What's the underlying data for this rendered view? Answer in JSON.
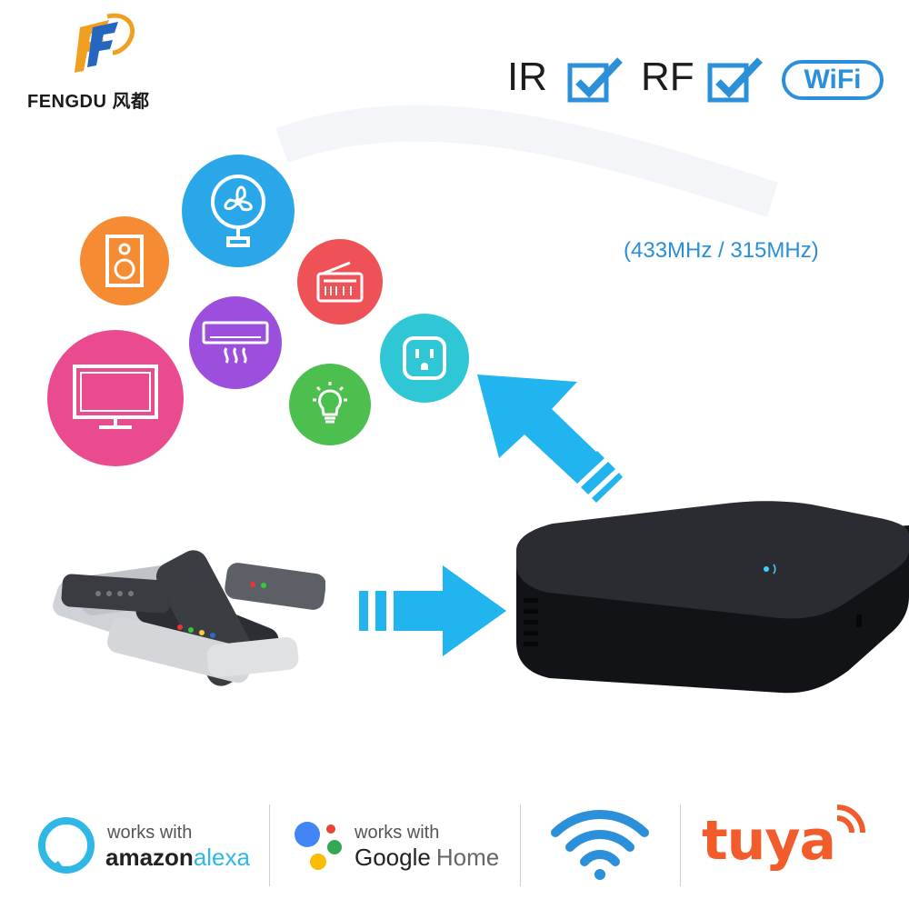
{
  "brand": {
    "name": "FENGDU 风都"
  },
  "features": {
    "ir": "IR",
    "rf": "RF",
    "wifi": "WiFi",
    "frequency": "(433MHz / 315MHz)"
  },
  "appliance_icons": [
    "fan-icon",
    "speaker-icon",
    "radio-icon",
    "air-conditioner-icon",
    "smart-plug-icon",
    "tv-icon",
    "light-bulb-icon"
  ],
  "colors": {
    "fan": "#2aa7e8",
    "speaker": "#f58b32",
    "radio": "#ef5256",
    "ac": "#9c4fdc",
    "plug": "#2fc6d6",
    "tv": "#ea4b8f",
    "bulb": "#4dbf4f",
    "arrow": "#22b4ee",
    "tuya": "#f25b2a",
    "wifi_blue": "#2b8fd9"
  },
  "bottom": {
    "alexa_line1": "works with",
    "alexa_line2a": "amazon",
    "alexa_line2b": "alexa",
    "google_line1": "works with",
    "google_line2a": "Google",
    "google_line2b": "Home",
    "tuya": "tuya"
  }
}
